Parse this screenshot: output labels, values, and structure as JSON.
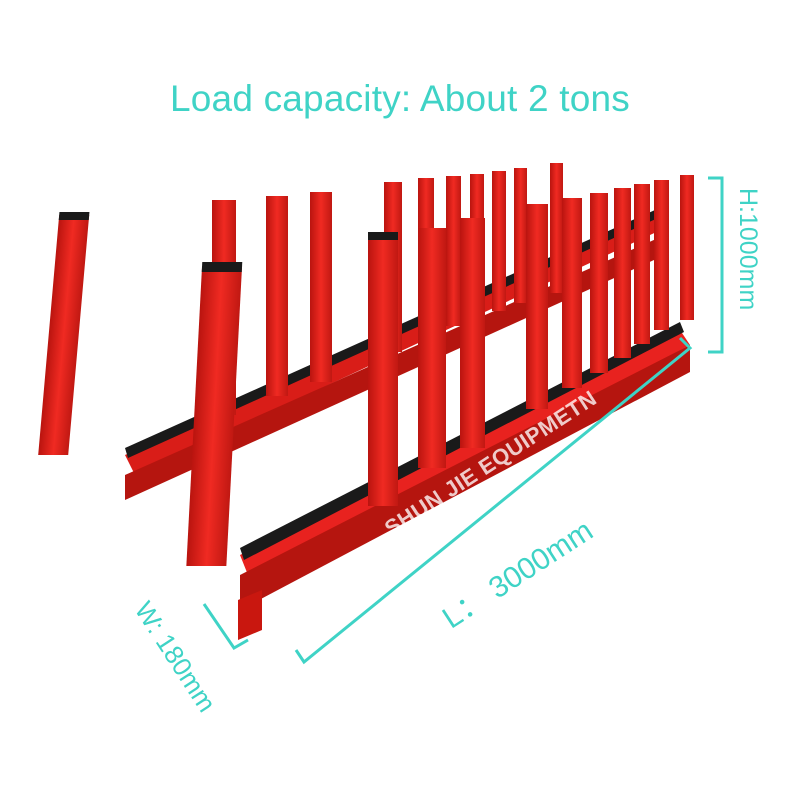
{
  "caption": {
    "load": "Load capacity: About 2 tons",
    "height": "H:1000mm",
    "length": "L： 3000mm",
    "width": "W: 180mm"
  },
  "watermark": "SHUN  JIE EQUIPMETN",
  "colors": {
    "accent": "#3fd3c6",
    "rack_red": "#e8221f",
    "rack_dark": "#a81410",
    "rubber": "#1a1a1a"
  }
}
